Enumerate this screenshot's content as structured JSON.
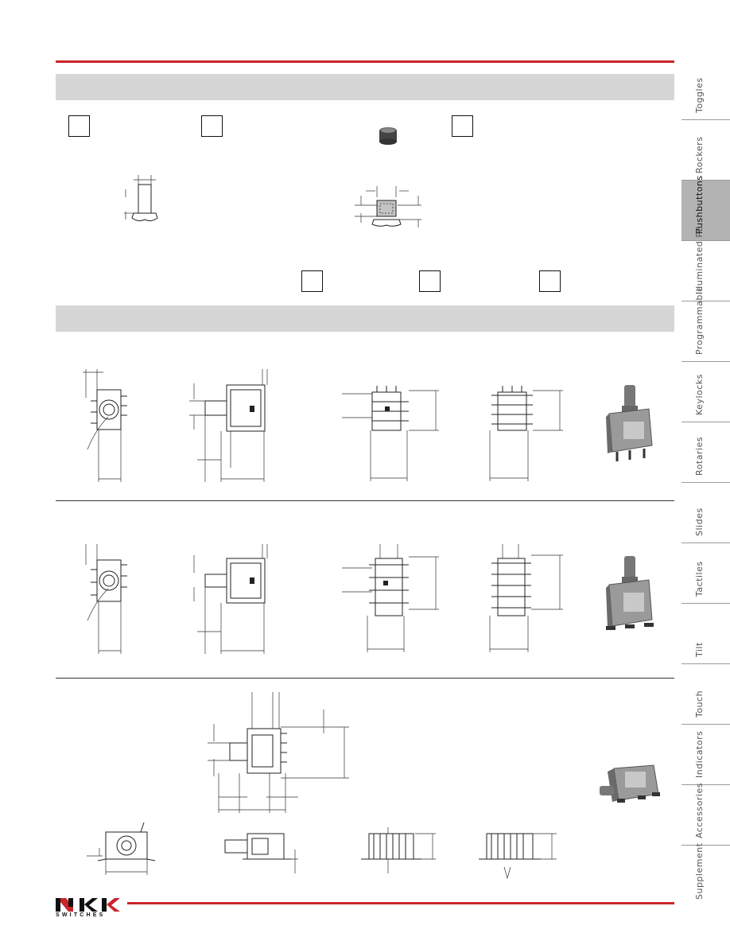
{
  "nav": {
    "items": [
      {
        "label": "Toggles"
      },
      {
        "label": "Rockers"
      },
      {
        "label": "Pushbuttons"
      },
      {
        "label": "Illuminated PB"
      },
      {
        "label": "Programmable"
      },
      {
        "label": "Keylocks"
      },
      {
        "label": "Rotaries"
      },
      {
        "label": "Slides"
      },
      {
        "label": "Tactiles"
      },
      {
        "label": "Tilt"
      },
      {
        "label": "Touch"
      },
      {
        "label": "Indicators"
      },
      {
        "label": "Accessories"
      },
      {
        "label": "Supplement"
      }
    ],
    "active_index": 2
  },
  "footer": {
    "brand_sub": "SWITCHES"
  },
  "colors": {
    "accent_red": "#c9252c",
    "band_grey": "#d6d6d6",
    "nav_active": "#b3b3b3"
  }
}
